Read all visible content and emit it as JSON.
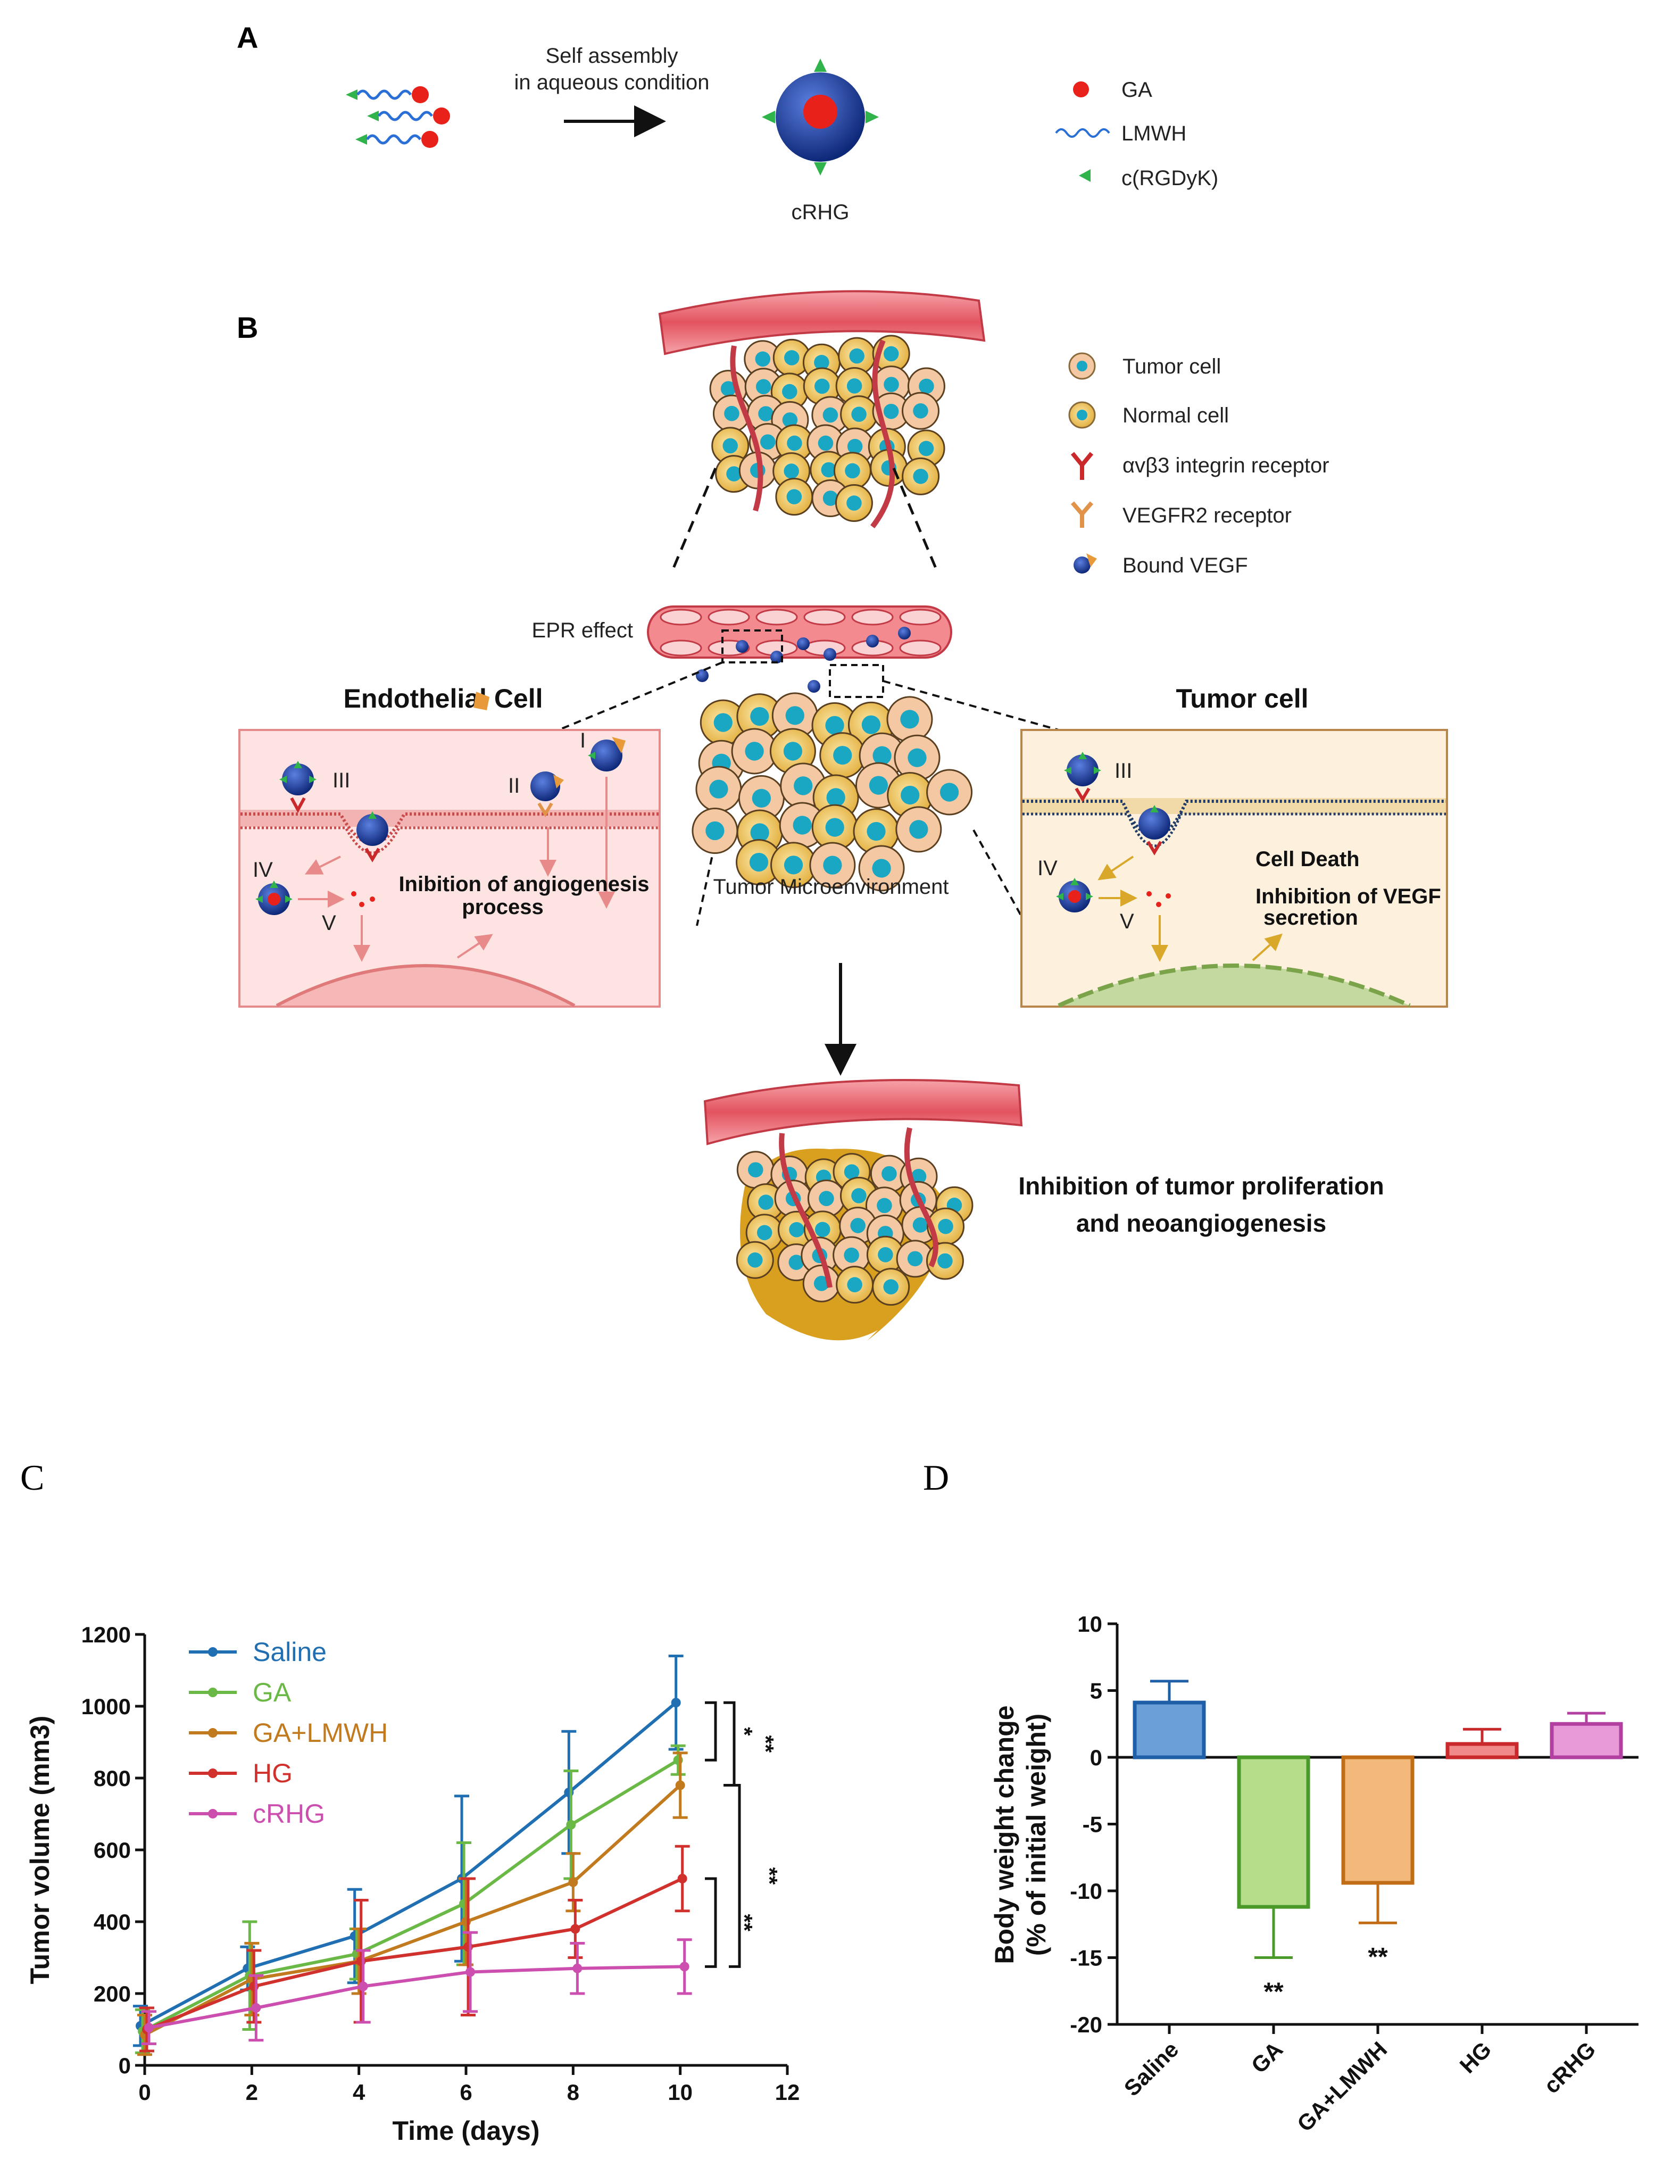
{
  "panel_a": {
    "letter": "A",
    "arrow_label_1": "Self assembly",
    "arrow_label_2": "in aqueous condition",
    "product": "cRHG",
    "legend": [
      {
        "icon": "red-dot-icon",
        "label": "GA",
        "color": "#e8221b"
      },
      {
        "icon": "wave-icon",
        "label": "LMWH",
        "color": "#2a6fd6"
      },
      {
        "icon": "green-triangle-icon",
        "label": "c(RGDyK)",
        "color": "#2fb34a"
      }
    ]
  },
  "panel_b": {
    "letter": "B",
    "legend": [
      {
        "icon": "tumor-cell-icon",
        "label": "Tumor cell"
      },
      {
        "icon": "normal-cell-icon",
        "label": "Normal cell"
      },
      {
        "icon": "integrin-receptor-icon",
        "label": "αvβ3 integrin receptor"
      },
      {
        "icon": "vegfr2-receptor-icon",
        "label": "VEGFR2 receptor"
      },
      {
        "icon": "bound-vegf-icon",
        "label": "Bound VEGF"
      }
    ],
    "epr_label": "EPR effect",
    "endothelial_title": "Endothelial Cell",
    "tumor_title": "Tumor cell",
    "microenvironment": "Tumor Microenvironment",
    "endo_steps": [
      "I",
      "II",
      "III",
      "IV",
      "V"
    ],
    "endo_text_1": "Inibition of angiogenesis",
    "endo_text_2": "process",
    "tumor_steps": [
      "III",
      "IV",
      "V"
    ],
    "tumor_text_death": "Cell Death",
    "tumor_text_1": "Inhibition of VEGF",
    "tumor_text_2": "secretion",
    "outcome_1": "Inhibition of tumor proliferation",
    "outcome_2": "and neoangiogenesis"
  },
  "chart_data": [
    {
      "panel": "C",
      "type": "line",
      "xlabel": "Time (days)",
      "ylabel": "Tumor volume (mm3)",
      "xlim": [
        0,
        12
      ],
      "ylim": [
        0,
        1200
      ],
      "xticks": [
        0,
        2,
        4,
        6,
        8,
        10,
        12
      ],
      "yticks": [
        0,
        200,
        400,
        600,
        800,
        1000,
        1200
      ],
      "legend_position": "top-left",
      "x": [
        0,
        2,
        4,
        6,
        8,
        10
      ],
      "series": [
        {
          "name": "Saline",
          "color": "#1f6fb2",
          "values": [
            110,
            270,
            360,
            520,
            760,
            1010
          ],
          "errors": [
            55,
            60,
            130,
            230,
            170,
            130
          ]
        },
        {
          "name": "GA",
          "color": "#6ab845",
          "values": [
            95,
            250,
            310,
            450,
            670,
            850
          ],
          "errors": [
            60,
            150,
            70,
            170,
            150,
            40
          ]
        },
        {
          "name": "GA+LMWH",
          "color": "#c27a1e",
          "values": [
            85,
            240,
            290,
            400,
            510,
            780
          ],
          "errors": [
            55,
            100,
            90,
            120,
            80,
            90
          ]
        },
        {
          "name": "HG",
          "color": "#d0312d",
          "values": [
            100,
            220,
            290,
            330,
            380,
            520
          ],
          "errors": [
            60,
            100,
            170,
            190,
            80,
            90
          ]
        },
        {
          "name": "cRHG",
          "color": "#cc4fb0",
          "values": [
            105,
            160,
            220,
            260,
            270,
            275
          ],
          "errors": [
            45,
            90,
            100,
            110,
            70,
            75
          ]
        }
      ],
      "significance": [
        {
          "between": [
            "Saline",
            "GA"
          ],
          "mark": "*"
        },
        {
          "between": [
            "Saline",
            "GA+LMWH"
          ],
          "mark": "**"
        },
        {
          "between": [
            "GA+LMWH",
            "cRHG"
          ],
          "mark": "**"
        },
        {
          "between": [
            "HG",
            "cRHG"
          ],
          "mark": "**"
        }
      ]
    },
    {
      "panel": "D",
      "type": "bar",
      "ylabel_1": "Body weight change",
      "ylabel_2": "(% of initial weight)",
      "categories": [
        "Saline",
        "GA",
        "GA+LMWH",
        "HG",
        "cRHG"
      ],
      "values": [
        4.1,
        -11.2,
        -9.4,
        1.0,
        2.5
      ],
      "errors": [
        1.6,
        3.8,
        3.0,
        1.1,
        0.8
      ],
      "colors": [
        {
          "fill": "#6a9fd8",
          "stroke": "#1f5fa8"
        },
        {
          "fill": "#b6dd8a",
          "stroke": "#4a9a2a"
        },
        {
          "fill": "#f2b97a",
          "stroke": "#c06d16"
        },
        {
          "fill": "#f08a8a",
          "stroke": "#c9292b"
        },
        {
          "fill": "#e89ad8",
          "stroke": "#b240a0"
        }
      ],
      "ylim": [
        -20,
        10
      ],
      "yticks": [
        10,
        5,
        0,
        -5,
        -10,
        -15,
        -20
      ],
      "significance": [
        null,
        "**",
        "**",
        null,
        null
      ]
    }
  ],
  "panel_c_letter": "C",
  "panel_d_letter": "D"
}
